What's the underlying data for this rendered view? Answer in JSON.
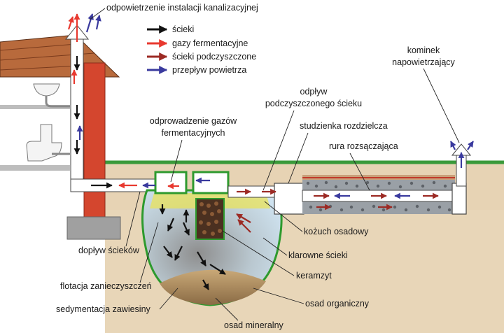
{
  "legend": {
    "items": [
      {
        "label": "ścieki",
        "color": "#111111"
      },
      {
        "label": "gazy fermentacyjne",
        "color": "#e8392f"
      },
      {
        "label": "ścieki podczyszczone",
        "color": "#9c2a24"
      },
      {
        "label": "przepływ powietrza",
        "color": "#3a3a9e"
      }
    ]
  },
  "labels": {
    "vent": "odpowietrzenie instalacji kanalizacyjnej",
    "kominek_1": "kominek",
    "kominek_2": "napowietrzający",
    "odplyw_1": "odpływ",
    "odplyw_2": "podczyszczonego ścieku",
    "gazy_1": "odprowadzenie gazów",
    "gazy_2": "fermentacyjnych",
    "studzienka": "studzienka rozdzielcza",
    "rura": "rura rozsączająca",
    "kozuch": "kożuch osadowy",
    "doplyw": "dopływ ścieków",
    "klarowne": "klarowne ścieki",
    "keramzyt": "keramzyt",
    "flotacja": "flotacja zanieczyszczeń",
    "osad_org": "osad organiczny",
    "sedymentacja": "sedymentacja zawiesiny",
    "osad_min": "osad mineralny"
  },
  "colors": {
    "black_flow": "#111111",
    "gas": "#e8392f",
    "treated": "#9c2a24",
    "air": "#3a3a9e",
    "grass": "#3a9a3a",
    "soil": "#e7d3b4",
    "chimney": "#d4462e",
    "roof": "#b86a3c",
    "water": "#cfe3f0",
    "scum": "#e9e35a",
    "tank_outline": "#2e9a2e"
  }
}
